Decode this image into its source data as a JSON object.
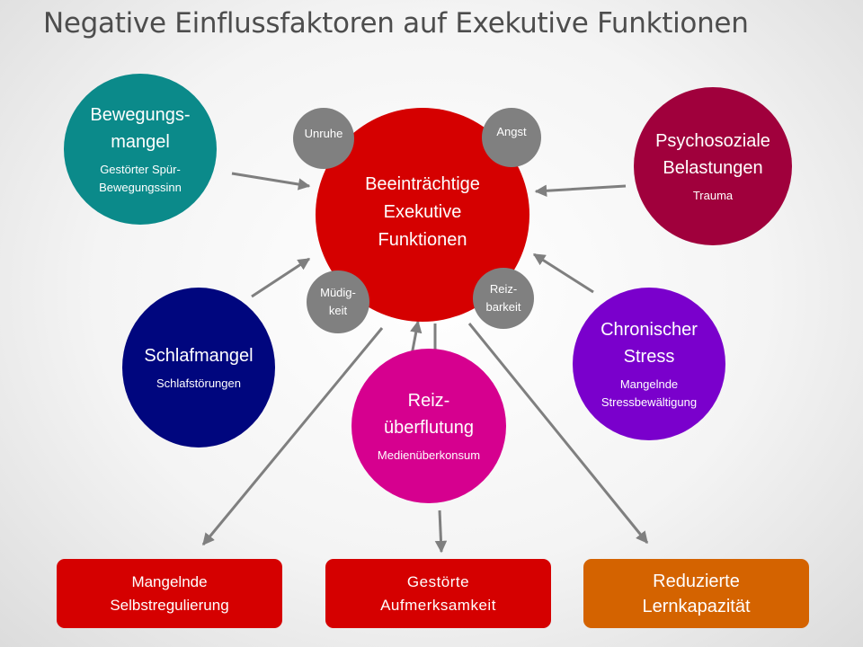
{
  "title": "Negative Einflussfaktoren auf Exekutive Funktionen",
  "center": {
    "label": "Beeinträchtige\nExekutive\nFunktionen",
    "color": "#d50000"
  },
  "symptoms": [
    "Unruhe",
    "Angst",
    "Müdig-\nkeit",
    "Reiz-\nbarkeit"
  ],
  "factors": [
    {
      "title": "Bewegungs-\nmangel",
      "subtitle": "Gestörter Spür-\nBewegungssinn",
      "color": "#0b8a8a"
    },
    {
      "title": "Psychosoziale\nBelastungen",
      "subtitle": "Trauma",
      "color": "#a0003c"
    },
    {
      "title": "Schlafmangel",
      "subtitle": "Schlafstörungen",
      "color": "#00067e"
    },
    {
      "title": "Chronischer\nStress",
      "subtitle": "Mangelnde\nStressbewältigung",
      "color": "#7a00cc"
    },
    {
      "title": "Reiz-\nüberflutung",
      "subtitle": "Medienüberkonsum",
      "color": "#d6008f"
    }
  ],
  "outcomes": [
    {
      "label": "Mangelnde\nSelbstregulierung",
      "color": "#d50000"
    },
    {
      "label": "Gestörte\nAufmerksamkeit",
      "color": "#d50000"
    },
    {
      "label": "Reduzierte\nLernkapazität",
      "color": "#d46300"
    }
  ],
  "colors": {
    "arrow": "#7f7f7f",
    "symptom": "#808080"
  }
}
